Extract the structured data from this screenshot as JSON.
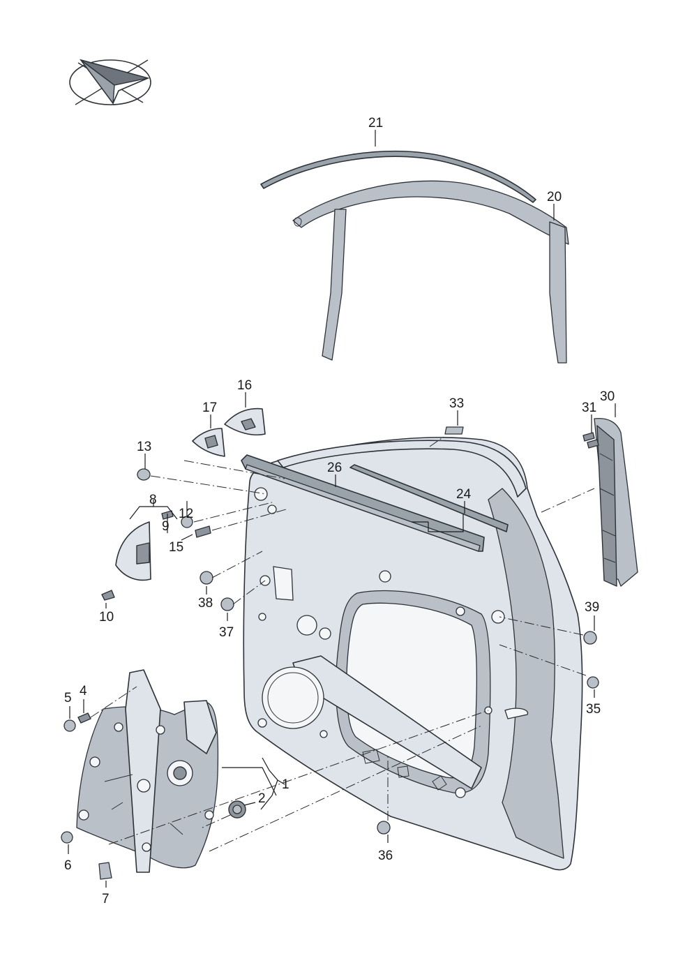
{
  "diagram": {
    "callouts": [
      "1",
      "2",
      "4",
      "5",
      "6",
      "7",
      "8",
      "9",
      "10",
      "12",
      "13",
      "15",
      "16",
      "17",
      "20",
      "21",
      "24",
      "26",
      "30",
      "31",
      "33",
      "35",
      "36",
      "37",
      "38",
      "39"
    ]
  },
  "icons": {
    "orientation": "orientation-arrow-icon"
  },
  "colors": {
    "line": "#2d3238",
    "panel": "#dfe4ea",
    "seal": "#9aa2aa"
  }
}
